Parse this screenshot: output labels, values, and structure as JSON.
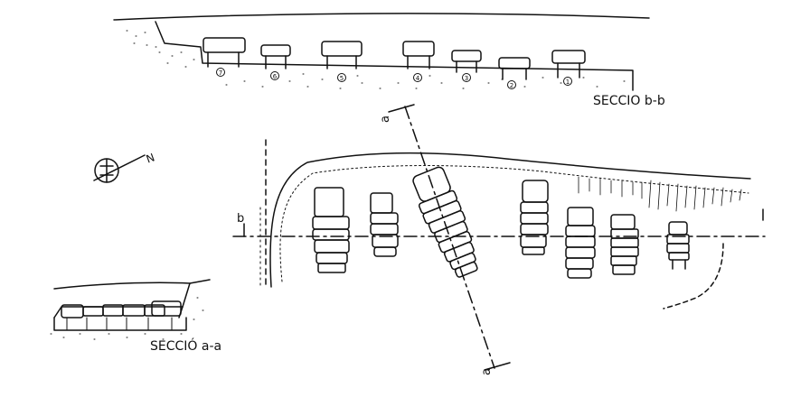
{
  "labels": {
    "section_bb": "SECCIO b-b",
    "section_aa": "SECCIÓ a-a",
    "north": "N",
    "a_top": "a",
    "a_bottom": "a",
    "b_left": "b"
  },
  "section_bb_numbers": [
    "7",
    "6",
    "5",
    "4",
    "3",
    "2",
    "1"
  ],
  "colors": {
    "ink": "#111111",
    "paper": "#ffffff"
  }
}
